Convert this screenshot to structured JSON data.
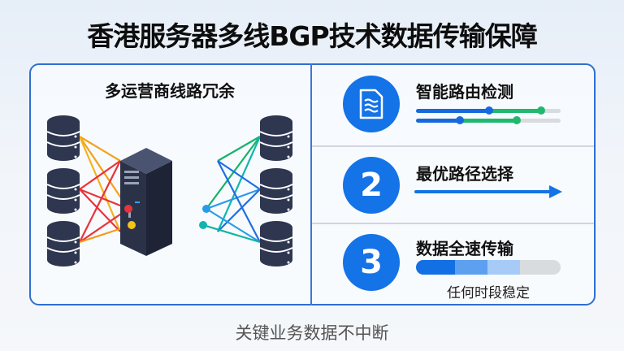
{
  "header": {
    "title": "香港服务器多线BGP技术数据传输保障"
  },
  "left_panel": {
    "title": "多运营商线路冗余",
    "icons": {
      "left_nodes": "database-icon",
      "center": "server-icon",
      "right_nodes": "database-icon"
    },
    "line_colors": {
      "orange": "#f2a21b",
      "red": "#e8333a",
      "yellow": "#f4c21b",
      "green": "#16b36a",
      "blue": "#1f6fe0",
      "lightblue": "#2a9be8",
      "teal": "#12b5b0"
    }
  },
  "steps": [
    {
      "badge": "document-icon",
      "title": "智能路由检测"
    },
    {
      "badge": "2",
      "title": "最优路径选择"
    },
    {
      "badge": "3",
      "title": "数据全速传输",
      "note": "任何时段稳定"
    }
  ],
  "colors": {
    "accent": "#1473e6",
    "border": "#2f6fd0",
    "green": "#1fb86f",
    "track": "#d9dcdf"
  },
  "footer": {
    "text": "关键业务数据不中断"
  }
}
